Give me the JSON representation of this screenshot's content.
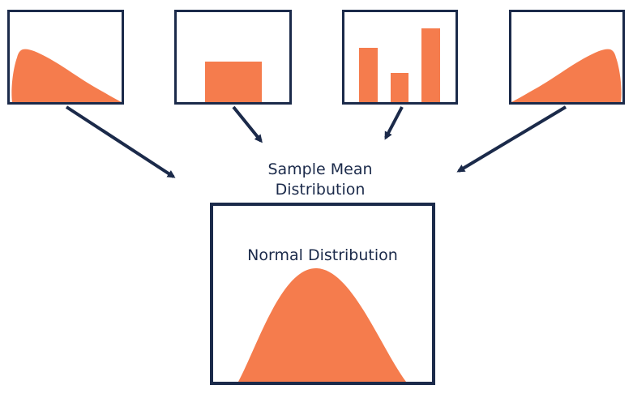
{
  "colors": {
    "fill": "#f57c4d",
    "stroke": "#1b2a4a"
  },
  "labels": {
    "mean_line1": "Sample Mean",
    "mean_line2": "Distribution",
    "normal": "Normal Distribution"
  },
  "panels": [
    {
      "shape": "right-skewed-curve"
    },
    {
      "shape": "uniform-bar"
    },
    {
      "shape": "three-bars"
    },
    {
      "shape": "left-skewed-curve"
    }
  ],
  "bar_values": [
    0.62,
    0.34,
    0.85
  ]
}
